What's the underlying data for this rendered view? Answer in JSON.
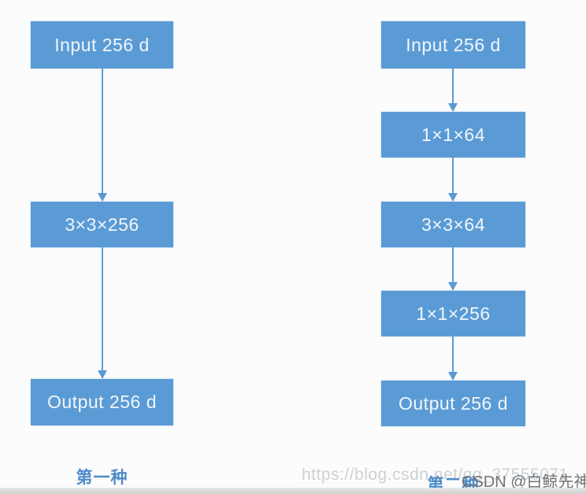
{
  "diagram": {
    "left": {
      "caption": "第一种",
      "nodes": [
        {
          "label": "Input 256 d"
        },
        {
          "label": "3×3×256"
        },
        {
          "label": "Output 256 d"
        }
      ]
    },
    "right": {
      "caption": "第二种",
      "nodes": [
        {
          "label": "Input 256 d"
        },
        {
          "label": "1×1×64"
        },
        {
          "label": "3×3×64"
        },
        {
          "label": "1×1×256"
        },
        {
          "label": "Output 256 d"
        }
      ]
    },
    "colors": {
      "box_fill": "#5b9bd5",
      "box_text": "#f1f6fb",
      "arrow": "#5b9bd5",
      "caption_text": "#4e8bc8"
    }
  },
  "watermark": {
    "url_text": "https://blog.csdn.net/qq_37555071",
    "credit_text": "CSDN @白鲸先神"
  }
}
